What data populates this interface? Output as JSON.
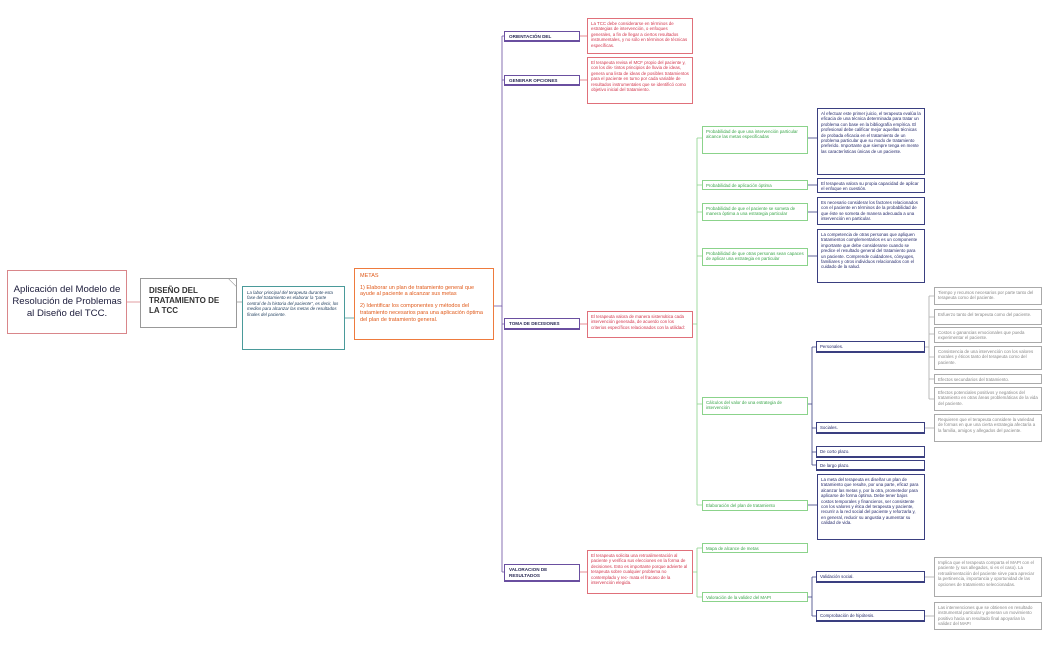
{
  "root": {
    "title": "Aplicación del Modelo de Resolución de Problemas al Diseño del TCC."
  },
  "design": {
    "title": "DISEÑO DEL TRATAMIENTO DE LA TCC"
  },
  "intro": {
    "text": "La labor principal del terapeuta durante esta fase del tratamiento es elaborar la \"parte central de la historia del paciente\", es decir, los medios para alcanzar las metas de resultados finales del paciente."
  },
  "metas": {
    "title": "METAS",
    "item1": "1) Elaborar un plan de tratamiento general que ayude al paciente a alcanzar sus metas",
    "item2": "2) Identificar los componentes y métodos del tratamiento necesarios para una aplicación óptima del plan de tratamiento general."
  },
  "orientacion": {
    "label": "ORIENTACIÓN DEL PROBLEMA",
    "text": "La TCC debe considerarse en términos de estrategias de intervención, o enfoques generales, a fin de llegar a ciertos resultados instrumentales, y no sólo en términos de técnicas específicas."
  },
  "generar": {
    "label": "GENERAR OPCIONES",
    "text": "El terapeuta revisa el MCF propio del paciente y, con los dis- tintos principios de lluvia de ideas, genera una lista de ideas de posibles tratamientos para el paciente en turno por cada variable de resultados instrumentales que se identificó como objetivo inicial del tratamiento."
  },
  "toma": {
    "label": "TOMA DE DECISIONES",
    "text": "El terapeuta valora de manera sistemática cada intervención generada, de acuerdo con los criterios específicos relacionados con la utilidad:",
    "criteria": [
      {
        "label": "Probabilidad de que una intervención particular alcance las metas especificadas",
        "text": "Al efectuar este primer juicio, el terapeuta evalúa la eficacia de una técnica determinada para tratar un problema con base en la bibliografía empírica. El profesional debe calificar mejor aquellas técnicas de probada eficacia en el tratamiento de un problema particular que su modo de tratamiento preferido. Importante que siempre tenga en mente las características únicas de un paciente."
      },
      {
        "label": "Probabilidad de aplicación óptima",
        "text": "El terapeuta valora su propia capacidad de aplicar el enfoque en cuestión."
      },
      {
        "label": "Probabilidad de que el paciente se someta de manera óptima a una estrategia particular",
        "text": "Es necesario considerar los factores relacionados con el paciente en términos de la probabilidad de que éste se someta de manera adecuada a una intervención en particular."
      },
      {
        "label": "Probabilidad de que otras personas sean capaces de aplicar una estrategia en particular",
        "text": "La competencia de otras personas que apliquen tratamientos complementarios es un componente importante que debe considerarse cuando se predice el resultado general del tratamiento para un paciente. Comprende cuidadores, cónyuges, familiares y otros individuos relacionados con el cuidado de la salud."
      }
    ],
    "valor": {
      "label": "Cálculos del valor de una estrategia de intervención",
      "personales": {
        "label": "Personales.",
        "items": [
          "Tiempo y recursos necesarios por parte tanto del terapeuta como del paciente.",
          "Esfuerzo tanto del terapeuta como del paciente.",
          "Costos o ganancias emocionales que pueda experimentar el paciente.",
          "Consistencia de una intervención con los valores morales y éticos tanto del terapeuta como del paciente.",
          "Efectos secundarios del tratamiento.",
          "Efectos potenciales positivos y negativos del tratamiento en otras áreas problemáticas de la vida del paciente."
        ]
      },
      "sociales": {
        "label": "Sociales.",
        "text": "Requieren que el terapeuta considere la variedad de formas en que una cierta estrategia afectaría a la familia, amigos y allegados del paciente."
      },
      "corto": "De corto plazo.",
      "largo": "De largo plazo."
    },
    "plan": {
      "label": "Elaboración del plan de tratamiento",
      "text": "La meta del terapeuta es diseñar un plan de tratamiento que resulte, por una parte, eficaz para alcanzar las metas y, por la otra, prometedor para aplicarse de forma óptima. Debe tener bajos costos temporales y financieros, ser consistente con los valores y ética del terapeuta y paciente, recurrir a la red social del paciente y reforzarla y, en general, reducir su angustia y aumentar su calidad de vida."
    }
  },
  "valoracion": {
    "label": "VALORACION DE RESULTADOS",
    "text": "El terapeuta solicita una retroalimentación al paciente y verifica sus elecciones en la forma de decisiones. Esto es importante porque advierte al terapeuta sobre cualquier problema no contemplado y rec- mata el fracaso de la intervención elegida.",
    "mapa": "Mapa de alcance de metas",
    "validez": {
      "label": "Valoración de la validez del MAPI",
      "social": {
        "label": "Validación social.",
        "text": "Implica que el terapeuta comparta el MAPI con el paciente (y sus allegados, si es el caso). La retroalimentación del paciente sirve para apreciar la pertinencia, importancia y oportunidad de las opciones de tratamiento seleccionadas."
      },
      "hipotesis": {
        "label": "Comprobación de hipótesis.",
        "text": "Las intervenciones que se obtienen en resultado instrumental particular y generan un movimiento positivo hacia un resultado final apoyarían la validez del MAPI"
      }
    }
  }
}
